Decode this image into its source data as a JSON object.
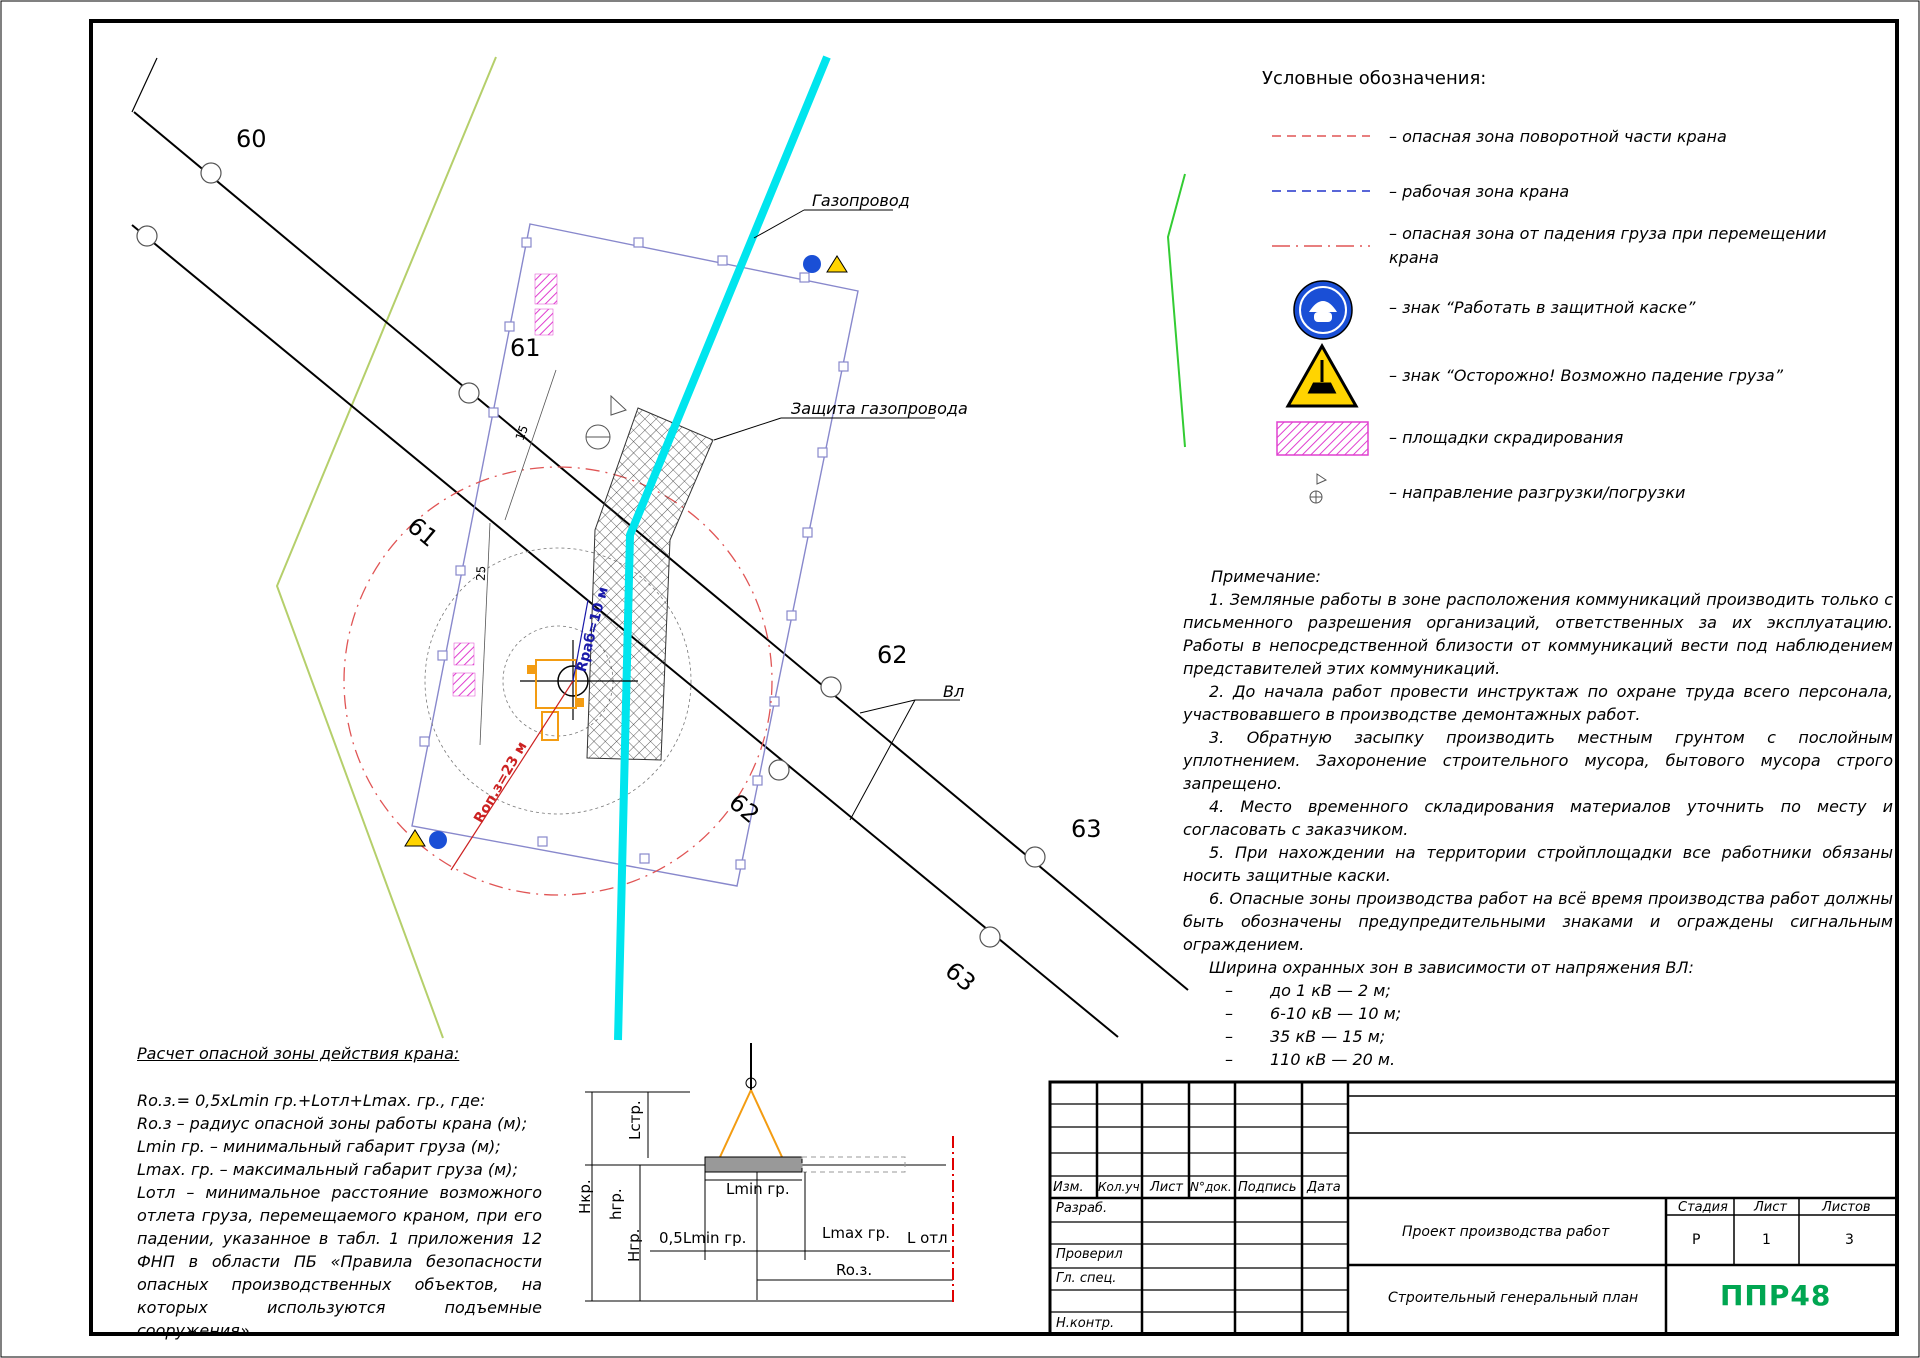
{
  "legend": {
    "title": "Условные обозначения:",
    "items": [
      "– опасная зона поворотной части крана",
      "– рабочая зона крана",
      "– опасная зона от падения груза при перемещении крана",
      "– знак “Работать в защитной каске”",
      "– знак “Осторожно! Возможно падение груза”",
      "– площадки скрадирования",
      "– направление разгрузки/погрузки"
    ]
  },
  "plan_labels": {
    "gas": "Газопровод",
    "gas_protect": "Защита газопровода",
    "vl": "Вл",
    "n60": "60",
    "n61a": "61",
    "n61b": "61",
    "n62a": "62",
    "n62b": "62",
    "n63a": "63",
    "n63b": "63",
    "r_work": "Rраб=10 м",
    "r_danger": "Rоп.з=23 м",
    "dim15": "15",
    "dim25": "25"
  },
  "notes": {
    "head": "Примечание:",
    "items": [
      "1. Земляные работы в зоне расположения коммуникаций производить только с письменного разрешения организаций, ответственных за их эксплуатацию. Работы в непосредственной близости от коммуникаций вести под наблюдением представителей этих коммуникаций.",
      "2. До начала работ провести инструктаж по охране труда всего персонала, участвовавшего в производстве демонтажных работ.",
      "3. Обратную засыпку производить местным грунтом с послойным уплотнением. Захоронение строительного мусора, бытового мусора строго запрещено.",
      "4. Место временного складирования материалов уточнить по месту и согласовать с заказчиком.",
      "5. При нахождении на территории стройплощадки все работники обязаны носить защитные каски.",
      "6. Опасные зоны производства работ на всё время производства работ должны быть обозначены предупредительными знаками и ограждены сигнальным ограждением."
    ],
    "width_head": "Ширина охранных зон в зависимости от напряжения ВЛ:",
    "widths": [
      "до 1 кВ — 2 м;",
      "6-10 кВ — 10 м;",
      "35 кВ — 15 м;",
      "110 кВ — 20 м."
    ]
  },
  "calc": {
    "title": "Расчет опасной зоны действия крана:",
    "lines": [
      "Ro.з.= 0,5хLmin гр.+Lотл+Lmax. гр., где:",
      "Ro.з – радиус опасной зоны работы крана (м);",
      "Lmin гр. – минимальный габарит груза (м);",
      "Lmax. гр. – максимальный габарит груза (м);",
      "Lотл – минимальное расстояние возможного отлета груза, перемещаемого краном, при его падении, указанное в табл. 1 приложения 12 ФНП в области ПБ «Правила безопасности опасных производственных объектов, на которых используются подъемные сооружения»."
    ]
  },
  "calc_diagram": {
    "lstr": "Lстр.",
    "hkr": "Hкр.",
    "hgr": "hгр.",
    "Hgr": "Hгр.",
    "lmin": "Lmin гр.",
    "half": "0,5Lmin гр.",
    "lmax": "Lmax гр.",
    "lotl": "L отл",
    "roz": "Ro.з."
  },
  "title_block": {
    "cols": [
      "Изм.",
      "Кол.уч",
      "Лист",
      "N°док.",
      "Подпись",
      "Дата"
    ],
    "rows": [
      "Разраб.",
      "",
      "Проверил",
      "Гл. спец.",
      "Н.контр."
    ],
    "project": "Проект производства работ",
    "sheet_title": "Строительный генеральный план",
    "stage_h": "Стадия",
    "sheet_h": "Лист",
    "sheets_h": "Листов",
    "stage": "Р",
    "sheet": "1",
    "sheets": "3",
    "logo": "ППР48",
    "colors": {
      "logo": "#00a651"
    }
  }
}
